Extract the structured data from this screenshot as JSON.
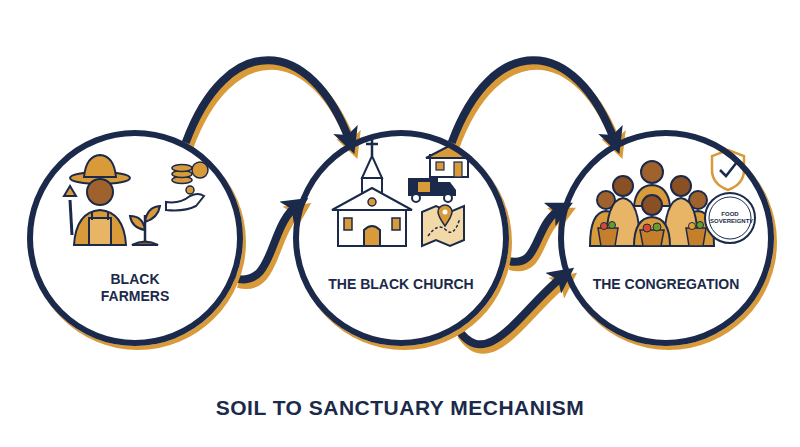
{
  "diagram": {
    "title": "SOIL TO SANCTUARY MECHANISM",
    "nodes": [
      {
        "text": [
          "BLACK FARMERS"
        ]
      },
      {
        "text": [
          "THE BLACK CHURCH"
        ]
      },
      {
        "text": [
          "THE CONGREGATION"
        ]
      }
    ],
    "edges": [
      {
        "from": 0,
        "to": 1,
        "arrow": "to"
      },
      {
        "from": 0,
        "to": 1,
        "arrow": "to"
      },
      {
        "from": 1,
        "to": 2,
        "arrow": "to"
      },
      {
        "from": 1,
        "to": 2,
        "arrow": "to"
      },
      {
        "from": 1,
        "to": 2,
        "arrow": "to"
      }
    ],
    "labels": [
      "FOOD SOVEREIGNTY"
    ]
  }
}
